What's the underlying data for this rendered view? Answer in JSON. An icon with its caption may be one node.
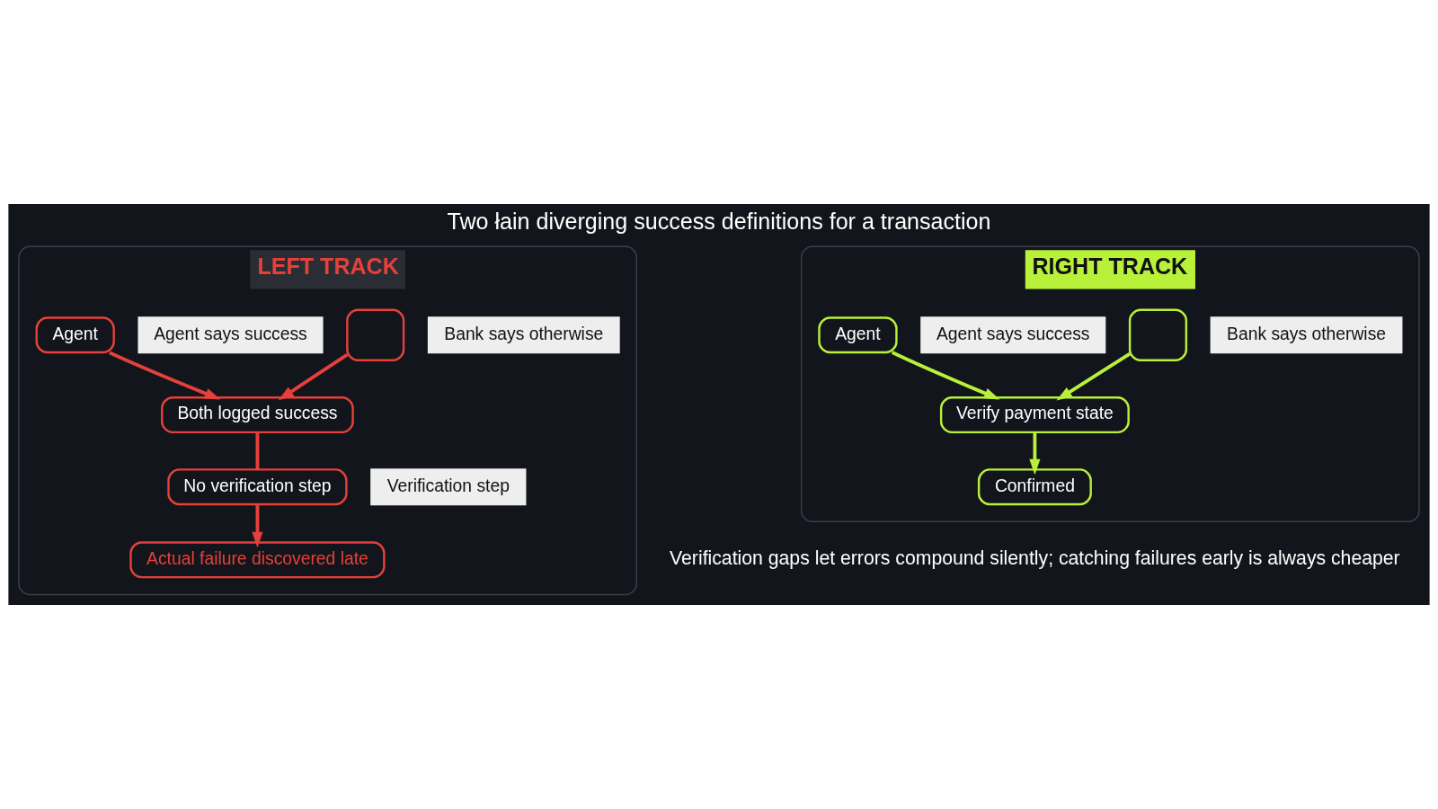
{
  "diagram": {
    "title": "Two łain diverging success definitions for a transaction",
    "caption": "Verification gaps let errors compound silently; catching failures early is always cheaper",
    "nodes": [
      {
        "text": [
          "LEFT TRACK"
        ]
      },
      {
        "text": [
          "Agent"
        ],
        "in": 0
      },
      {
        "text": [
          "Agent says success"
        ],
        "in": 0
      },
      {
        "text": [],
        "shape": "box",
        "in": 0
      },
      {
        "text": [
          "Bank says otherwise"
        ],
        "in": 0
      },
      {
        "text": [
          "Both logged success"
        ],
        "in": 0
      },
      {
        "text": [
          "No verification step"
        ],
        "in": 0
      },
      {
        "text": [
          "Verification step"
        ],
        "in": 0
      },
      {
        "text": [
          "Actual failure discovered late"
        ],
        "in": 0
      },
      {
        "text": [
          "RIGHT TRACK"
        ]
      },
      {
        "text": [
          "Agent"
        ],
        "in": 9
      },
      {
        "text": [
          "Agent says success"
        ],
        "in": 9
      },
      {
        "text": [],
        "shape": "box",
        "in": 9
      },
      {
        "text": [
          "Bank says otherwise"
        ],
        "in": 9
      },
      {
        "text": [
          "Verify payment state"
        ],
        "in": 9
      },
      {
        "text": [
          "Confirmed"
        ],
        "in": 9
      }
    ],
    "edges": [
      {
        "from": 1,
        "to": 5,
        "arrow": "to",
        "color": "#e5403a"
      },
      {
        "from": 3,
        "to": 5,
        "arrow": "to",
        "color": "#e5403a"
      },
      {
        "from": 5,
        "to": 6,
        "arrow": "none",
        "color": "#e5403a"
      },
      {
        "from": 6,
        "to": 8,
        "arrow": "to",
        "color": "#e5403a"
      },
      {
        "from": 10,
        "to": 14,
        "arrow": "to",
        "color": "#b8f03a"
      },
      {
        "from": 12,
        "to": 14,
        "arrow": "to",
        "color": "#b8f03a"
      },
      {
        "from": 14,
        "to": 15,
        "arrow": "to",
        "color": "#b8f03a"
      }
    ]
  }
}
